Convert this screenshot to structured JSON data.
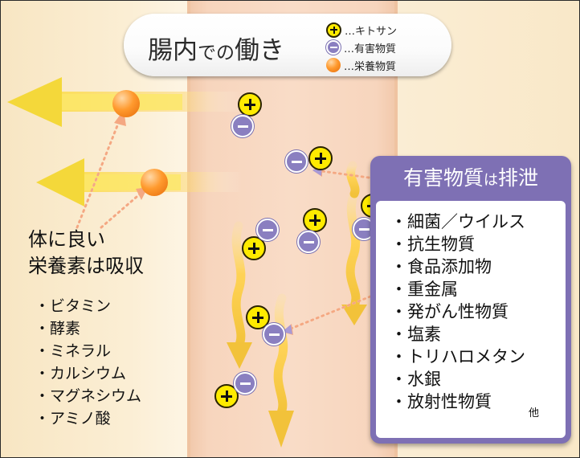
{
  "title": {
    "part1": "腸内",
    "part2": "での",
    "part3": "働き"
  },
  "legend": [
    {
      "symbol": "plus",
      "label": "…キトサン"
    },
    {
      "symbol": "minus",
      "label": "…有害物質"
    },
    {
      "symbol": "ball",
      "label": "…栄養物質"
    }
  ],
  "absorb": {
    "line1": "体に良い",
    "line2": "栄養素は吸収",
    "items": [
      "・ビタミン",
      "・酵素",
      "・ミネラル",
      "・カルシウム",
      "・マグネシウム",
      "・アミノ酸"
    ]
  },
  "excrete": {
    "title_main": "有害物質",
    "title_small": "は",
    "title_end": "排泄",
    "items": [
      "・細菌／ウイルス",
      "・抗生物質",
      "・食品添加物",
      "・重金属",
      "・発がん性物質",
      "・塩素",
      "・トリハロメタン",
      "・水銀",
      "・放射性物質"
    ],
    "other": "他"
  },
  "colors": {
    "plus_fill": "#ffeb00",
    "minus_fill": "#8a7fc0",
    "panel": "#7e70b4",
    "arrow": "#f5d23a",
    "nutrient": "#ff9a2e"
  }
}
